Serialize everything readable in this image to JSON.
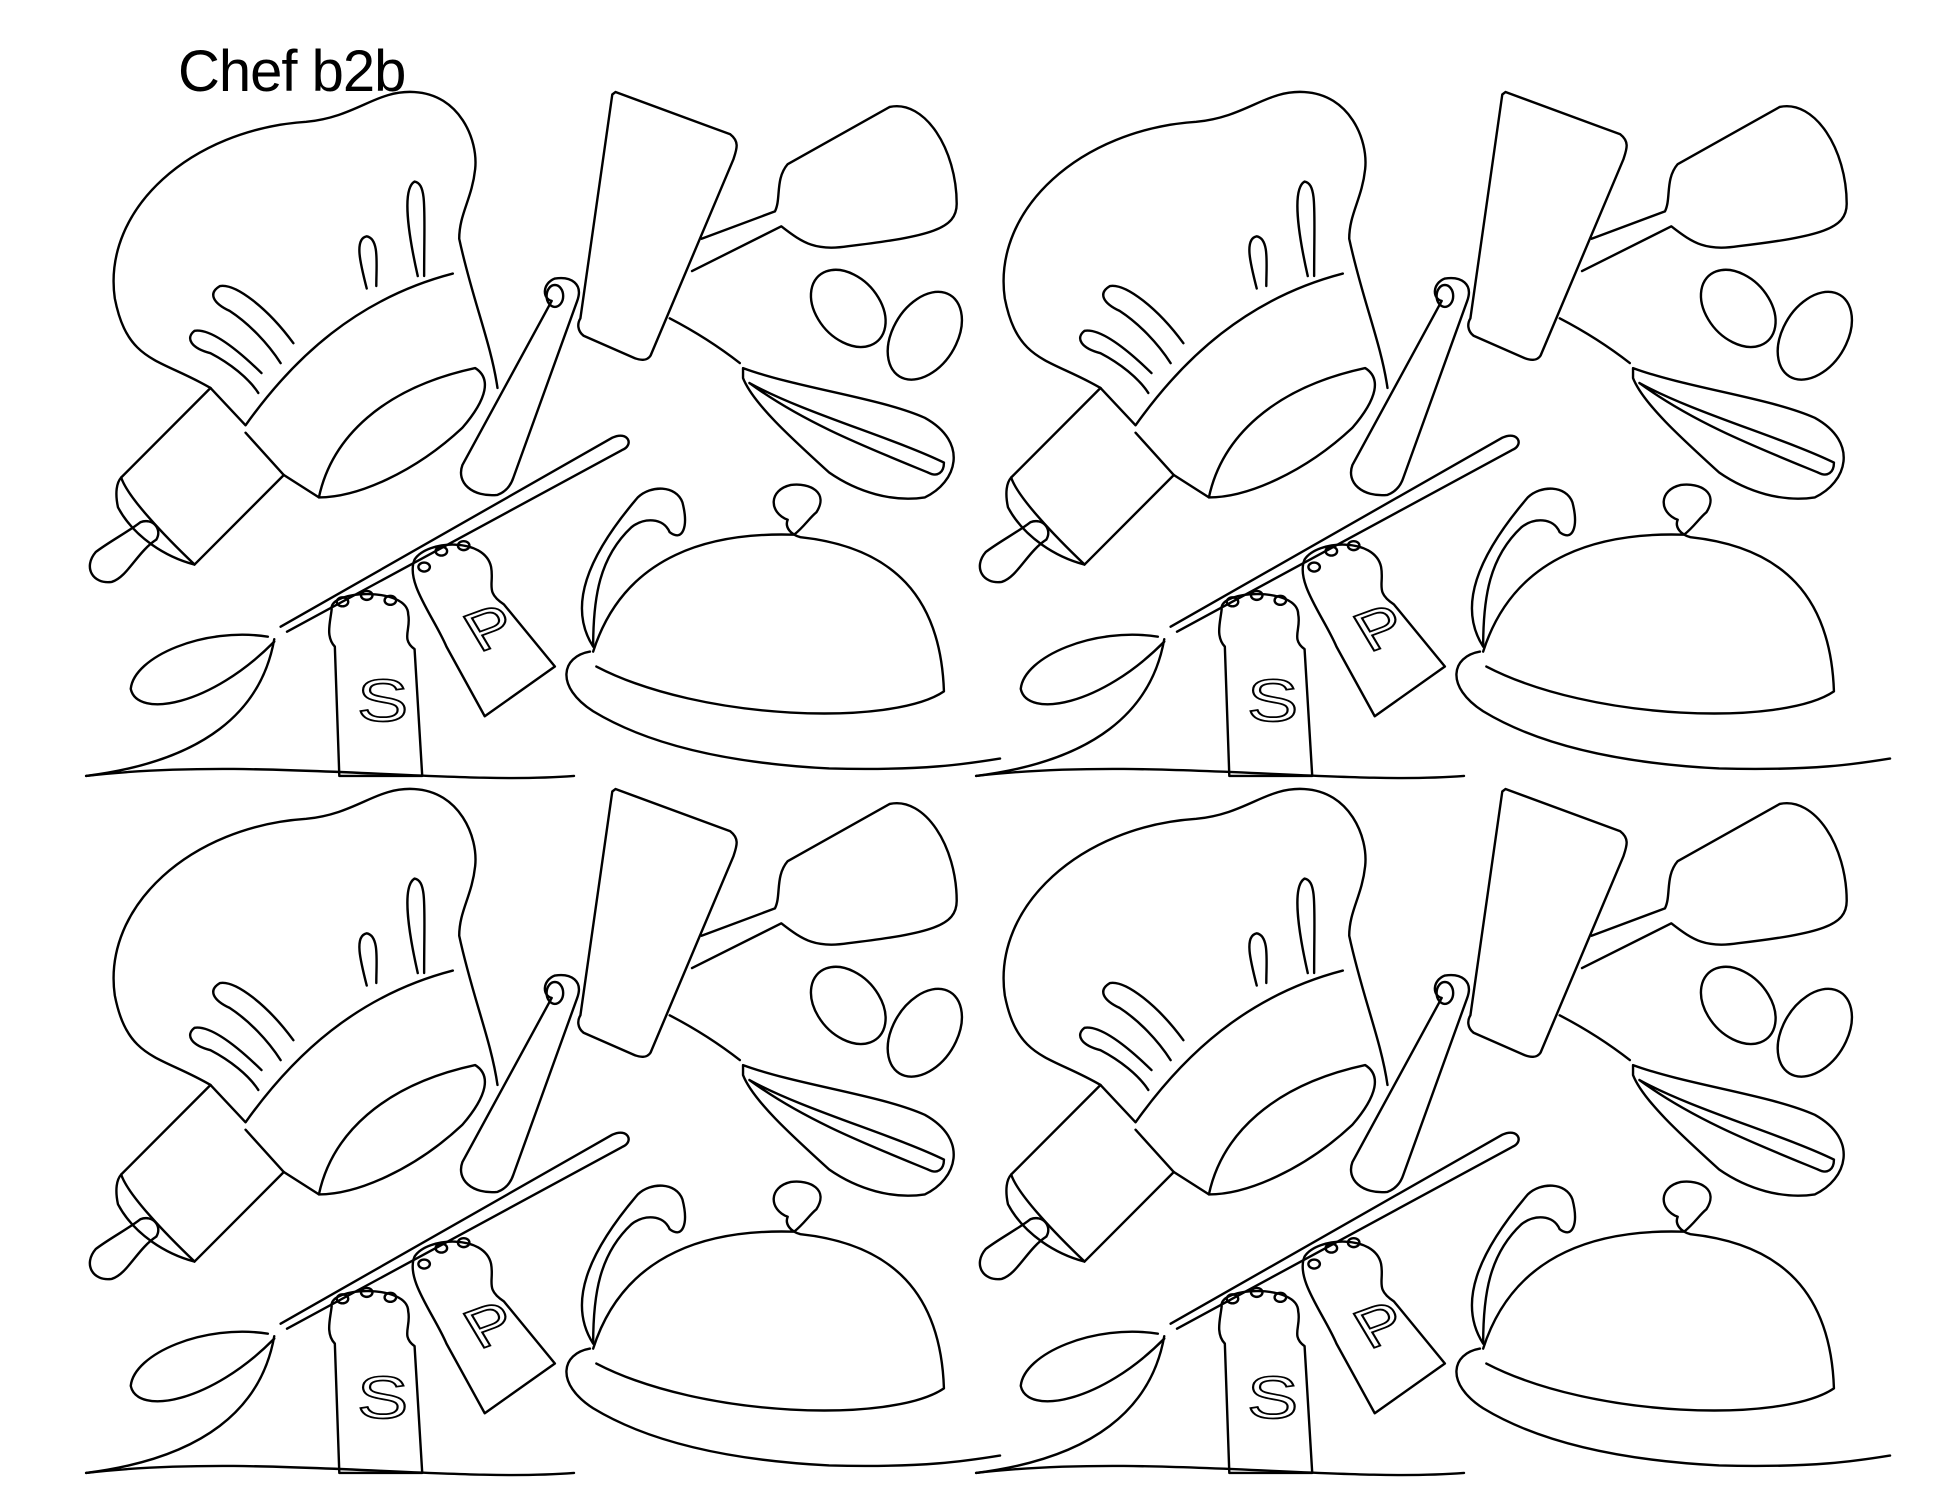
{
  "title": "Chef b2b",
  "pattern": {
    "motifs": [
      "chef-hat",
      "rolling-pin",
      "cleaver",
      "spatula",
      "eggs",
      "whisk",
      "wooden-spoon",
      "salt-shaker",
      "pepper-shaker",
      "cloche"
    ],
    "shaker_letters": {
      "salt": "S",
      "pepper": "P"
    },
    "repeat_rows": 2,
    "repeat_columns": 2,
    "line_color": "#000000",
    "background_color": "#ffffff"
  }
}
